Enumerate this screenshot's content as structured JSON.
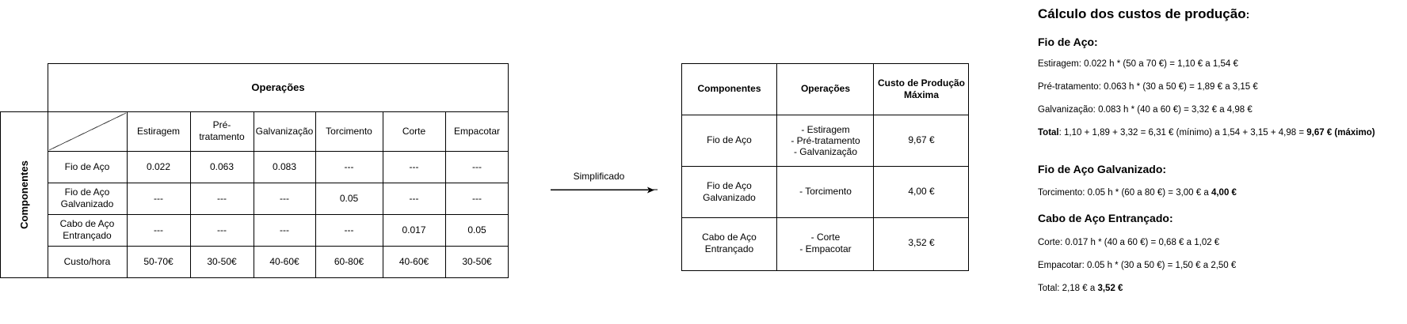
{
  "left_table": {
    "operations_header": "Operações",
    "components_header": "Componentes",
    "columns": [
      "Estiragem",
      "Pré-\ntratamento",
      "Galvanização",
      "Torcimento",
      "Corte",
      "Empacotar"
    ],
    "rows": [
      {
        "label": "Fio de Aço",
        "values": [
          "0.022",
          "0.063",
          "0.083",
          "---",
          "---",
          "---"
        ]
      },
      {
        "label": "Fio de Aço\nGalvanizado",
        "values": [
          "---",
          "---",
          "---",
          "0.05",
          "---",
          "---"
        ]
      },
      {
        "label": "Cabo de Aço\nEntrançado",
        "values": [
          "---",
          "---",
          "---",
          "---",
          "0.017",
          "0.05"
        ]
      },
      {
        "label": "Custo/hora",
        "values": [
          "50-70€",
          "30-50€",
          "40-60€",
          "60-80€",
          "40-60€",
          "30-50€"
        ]
      }
    ]
  },
  "arrow_label": "Simplificado",
  "right_table": {
    "headers": [
      "Componentes",
      "Operações",
      "Custo de Produção\nMáxima"
    ],
    "rows": [
      {
        "component": "Fio de Aço",
        "operations": "- Estiragem\n- Pré-tratamento\n- Galvanização",
        "cost": "9,67 €"
      },
      {
        "component": "Fio de Aço\nGalvanizado",
        "operations": "- Torcimento",
        "cost": "4,00 €"
      },
      {
        "component": "Cabo de Aço\nEntrançado",
        "operations": "- Corte\n- Empacotar",
        "cost": "3,52 €"
      }
    ]
  },
  "notes": {
    "title": "Cálculo dos custos de produção",
    "title_colon": ":",
    "sections": [
      {
        "heading": "Fio de Aço:",
        "lines": [
          "Estiragem: 0.022 h * (50 a 70 €) = 1,10 € a 1,54 €",
          "Pré-tratamento: 0.063 h * (30 a 50 €) = 1,89 € a 3,15 €",
          "Galvanização: 0.083 h * (40 a 60 €) = 3,32 € a 4,98 €"
        ],
        "total_label": "Total",
        "total_text": ": 1,10 + 1,89 + 3,32 = 6,31 € (mínimo) a 1,54 + 3,15 + 4,98 = ",
        "total_max": "9,67 € (máximo)"
      },
      {
        "heading": "Fio de Aço Galvanizado:",
        "line_text": "Torcimento: 0.05 h * (60 a 80 €) = 3,00 € a ",
        "line_max": "4,00 €"
      },
      {
        "heading": "Cabo de Aço Entrançado:",
        "lines": [
          "Corte: 0.017 h * (40 a 60 €) = 0,68 € a 1,02 €",
          "Empacotar: 0.05 h * (30 a 50 €) = 1,50 € a 2,50 €"
        ],
        "total_text": "Total: 2,18 € a ",
        "total_max": "3,52 €"
      }
    ]
  }
}
